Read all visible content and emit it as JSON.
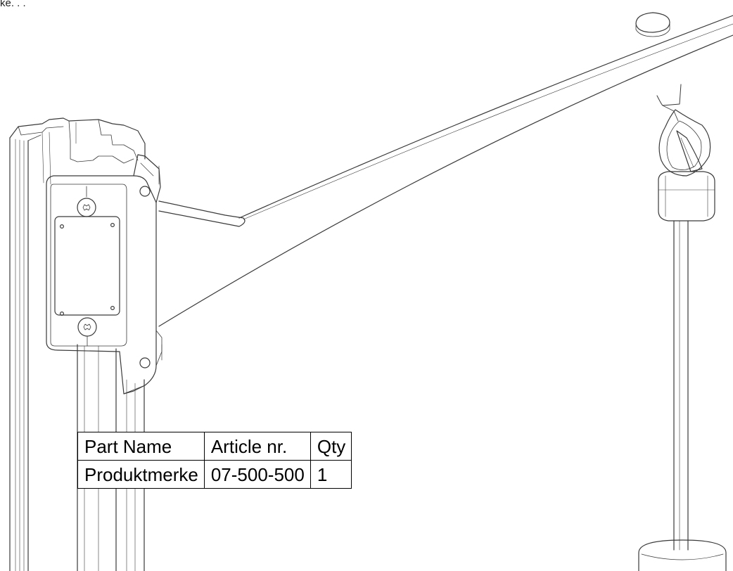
{
  "top_text": "ke. . .",
  "parts_table": {
    "headers": [
      "Part Name",
      "Article nr.",
      "Qty"
    ],
    "rows": [
      [
        "Produktmerke",
        "07-500-500",
        "1"
      ]
    ]
  },
  "colors": {
    "line": "#3a3a3a",
    "background": "#ffffff",
    "table_border": "#000000"
  }
}
